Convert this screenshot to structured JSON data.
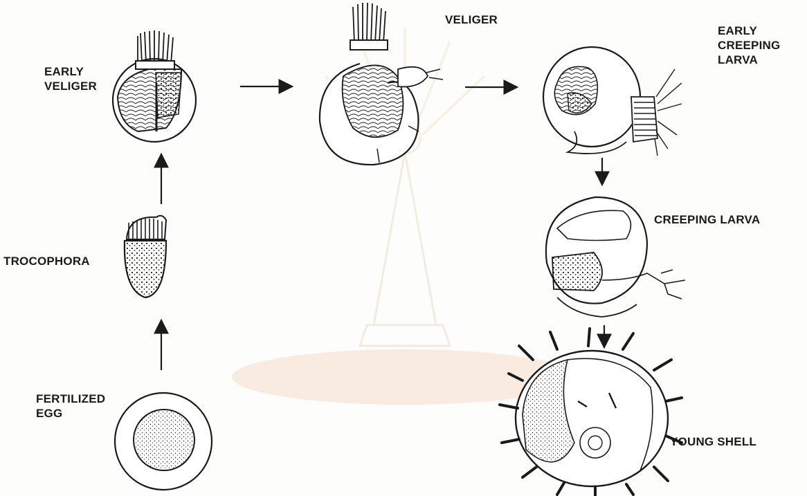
{
  "diagram": {
    "stages": [
      {
        "id": "fertilized-egg",
        "label_lines": [
          "FERTILIZED",
          "EGG"
        ]
      },
      {
        "id": "trocophora",
        "label_lines": [
          "TROCOPHORA"
        ]
      },
      {
        "id": "early-veliger",
        "label_lines": [
          "EARLY",
          "VELIGER"
        ]
      },
      {
        "id": "veliger",
        "label_lines": [
          "VELIGER"
        ]
      },
      {
        "id": "early-creeping-larva",
        "label_lines": [
          "EARLY",
          "CREEPING",
          "LARVA"
        ]
      },
      {
        "id": "creeping-larva",
        "label_lines": [
          "CREEPING LARVA"
        ]
      },
      {
        "id": "young-shell",
        "label_lines": [
          "YOUNG SHELL"
        ]
      }
    ],
    "sequence": [
      "fertilized-egg",
      "trocophora",
      "early-veliger",
      "veliger",
      "early-creeping-larva",
      "creeping-larva",
      "young-shell"
    ],
    "colors": {
      "ink": "#1a1a1a",
      "background": "#fdfdfb",
      "watermark": "#f3d9c8"
    }
  }
}
